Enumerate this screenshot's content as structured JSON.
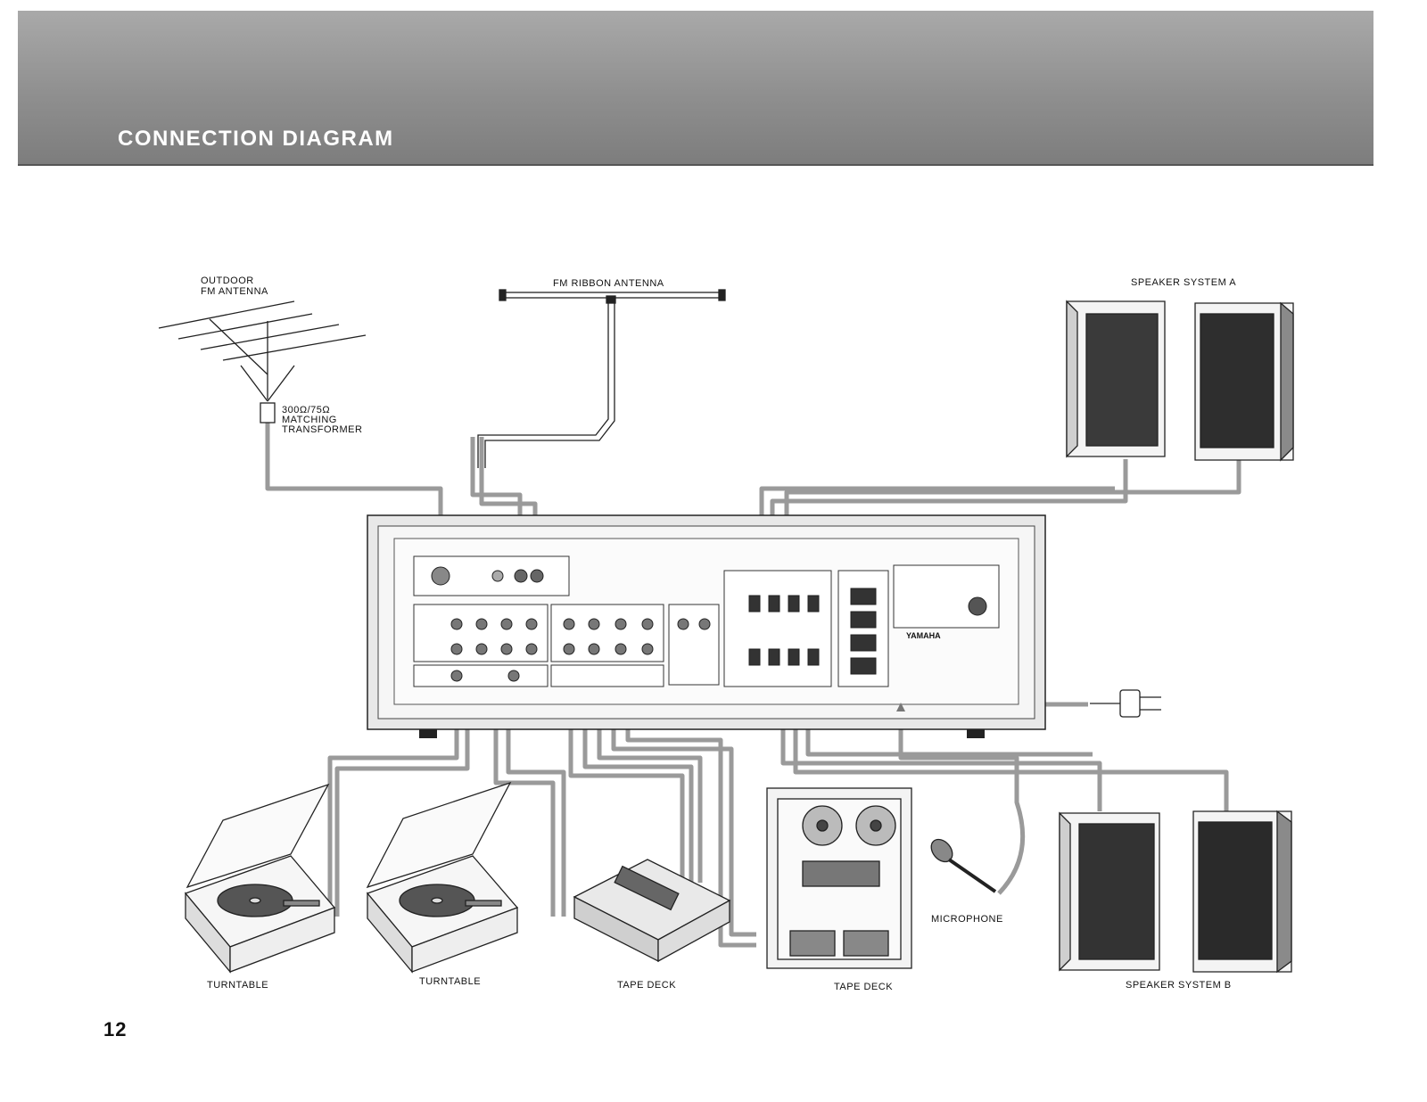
{
  "header": {
    "title": "CONNECTION DIAGRAM"
  },
  "labels": {
    "outdoor_antenna_line1": "OUTDOOR",
    "outdoor_antenna_line2": "FM ANTENNA",
    "fm_ribbon_antenna": "FM RIBBON ANTENNA",
    "matching_line1": "300Ω/75Ω",
    "matching_line2": "MATCHING",
    "matching_line3": "TRANSFORMER",
    "speaker_a": "SPEAKER SYSTEM A",
    "speaker_b": "SPEAKER SYSTEM B",
    "turntable_1": "TURNTABLE",
    "turntable_2": "TURNTABLE",
    "tape_deck_1": "TAPE DECK",
    "tape_deck_2": "TAPE DECK",
    "microphone": "MICROPHONE"
  },
  "panel": {
    "brand": "YAMAHA"
  },
  "page_number": "12"
}
